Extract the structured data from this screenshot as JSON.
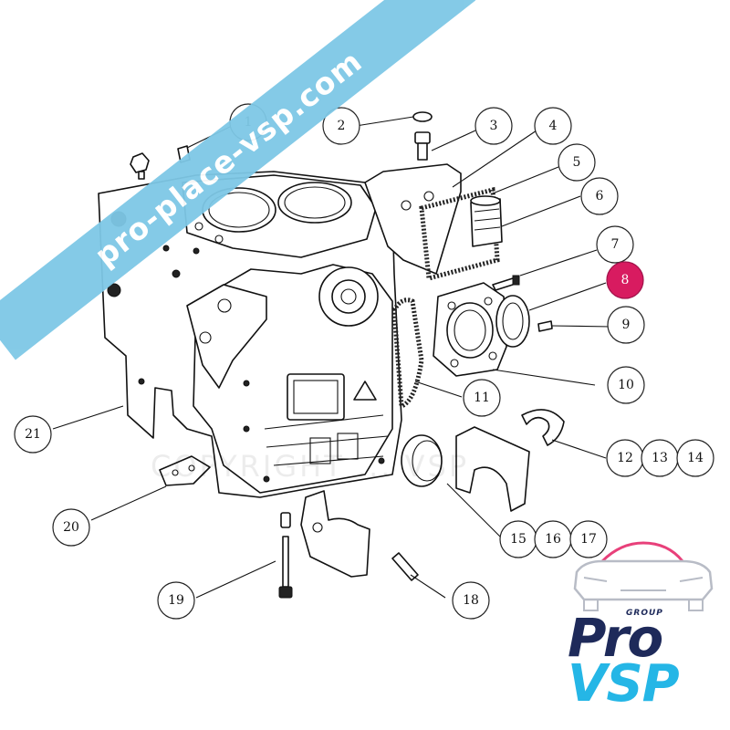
{
  "banner": {
    "text": "pro-place-vsp.com"
  },
  "watermark": {
    "text": "COPYRIGHT ... VSP"
  },
  "logo": {
    "group": "GROUP",
    "pro": "Pro",
    "vsp": "VSP",
    "accent_color": "#e8407a",
    "navy": "#1e2a5a",
    "cyan": "#25b6e6"
  },
  "highlight_color": "#d81b60",
  "callouts": [
    {
      "label": "2",
      "highlighted": false
    },
    {
      "label": "3",
      "highlighted": false
    },
    {
      "label": "4",
      "highlighted": false
    },
    {
      "label": "5",
      "highlighted": false
    },
    {
      "label": "6",
      "highlighted": false
    },
    {
      "label": "7",
      "highlighted": false
    },
    {
      "label": "8",
      "highlighted": true
    },
    {
      "label": "9",
      "highlighted": false
    },
    {
      "label": "10",
      "highlighted": false
    },
    {
      "label": "11",
      "highlighted": false
    },
    {
      "label": "12",
      "highlighted": false
    },
    {
      "label": "13",
      "highlighted": false
    },
    {
      "label": "14",
      "highlighted": false
    },
    {
      "label": "15",
      "highlighted": false
    },
    {
      "label": "16",
      "highlighted": false
    },
    {
      "label": "17",
      "highlighted": false
    },
    {
      "label": "18",
      "highlighted": false
    },
    {
      "label": "19",
      "highlighted": false
    },
    {
      "label": "20",
      "highlighted": false
    },
    {
      "label": "21",
      "highlighted": false
    },
    {
      "label": "1",
      "highlighted": false
    }
  ]
}
